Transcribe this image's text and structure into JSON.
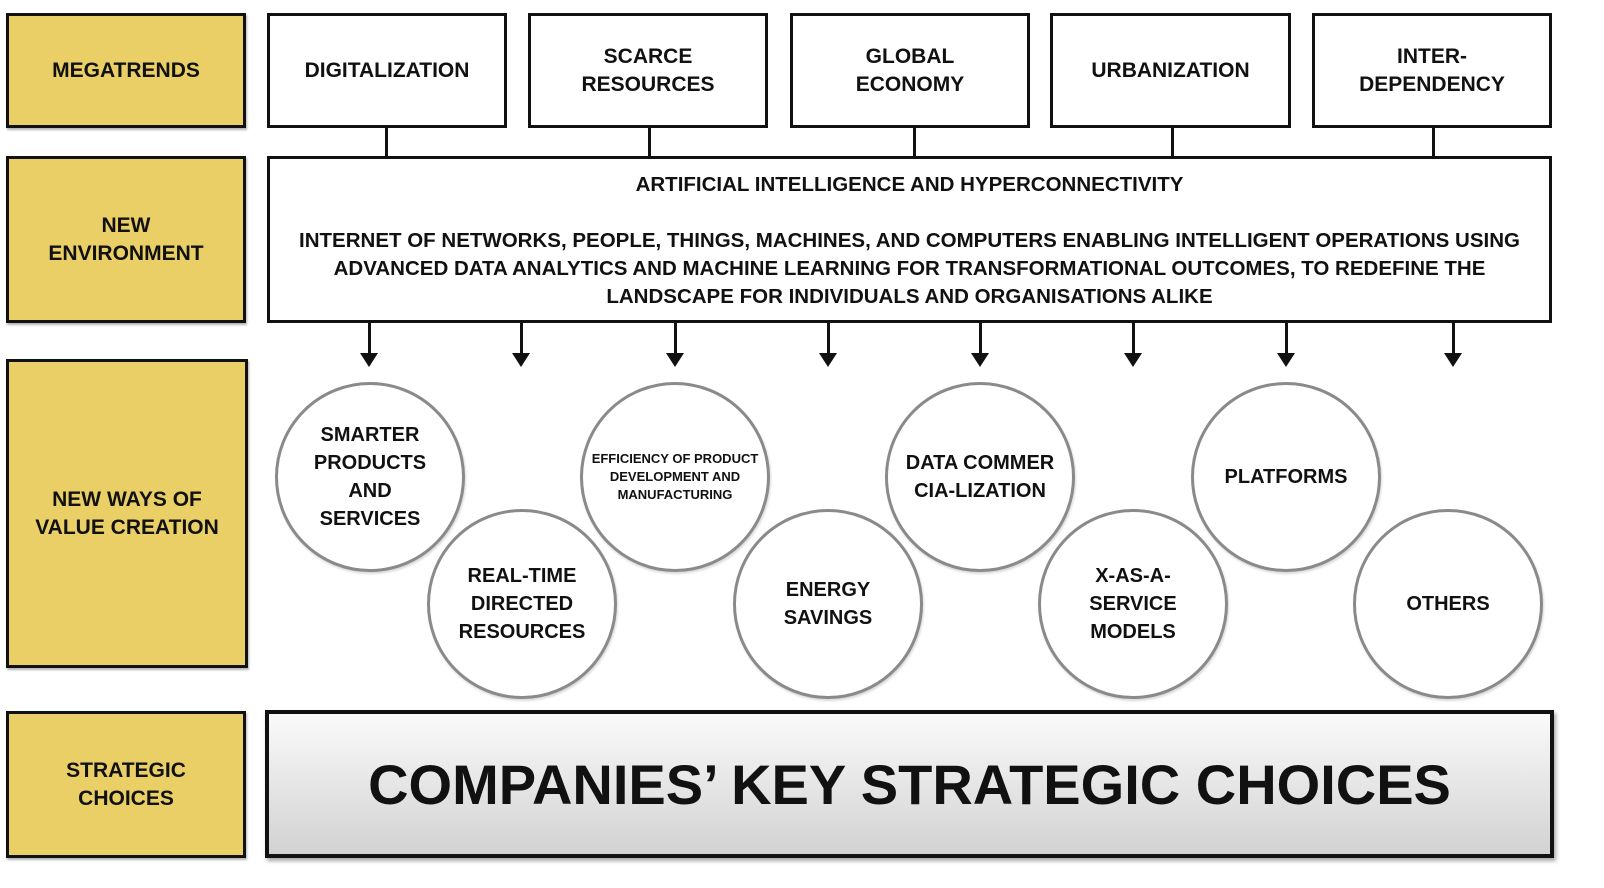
{
  "row_labels": {
    "megatrends": "MEGATRENDS",
    "new_environment": "NEW ENVIRONMENT",
    "value_creation": "NEW WAYS OF VALUE CREATION",
    "strategic_choices": "STRATEGIC CHOICES"
  },
  "megatrends": [
    "DIGITALIZATION",
    "SCARCE RESOURCES",
    "GLOBAL ECONOMY",
    "URBANIZATION",
    "INTER-DEPENDENCY"
  ],
  "environment": {
    "title": "ARTIFICIAL INTELLIGENCE AND HYPERCONNECTIVITY",
    "description": "INTERNET OF NETWORKS, PEOPLE, THINGS, MACHINES, AND COMPUTERS ENABLING INTELLIGENT OPERATIONS USING ADVANCED DATA ANALYTICS AND MACHINE LEARNING FOR TRANSFORMATIONAL OUTCOMES, TO REDEFINE THE LANDSCAPE FOR INDIVIDUALS AND ORGANISATIONS ALIKE"
  },
  "value_creation": [
    "SMARTER PRODUCTS AND SERVICES",
    "REAL-TIME DIRECTED RESOURCES",
    "EFFICIENCY OF PRODUCT DEVELOPMENT AND MANUFACTURING",
    "ENERGY SAVINGS",
    "DATA COMMERCIA-LIZATION",
    "X-AS-A-SERVICE MODELS",
    "PLATFORMS",
    "OTHERS"
  ],
  "strategic": "COMPANIES’ KEY STRATEGIC CHOICES",
  "colors": {
    "label_fill": "#e9cf66",
    "circle_border": "#8a8a8a"
  }
}
